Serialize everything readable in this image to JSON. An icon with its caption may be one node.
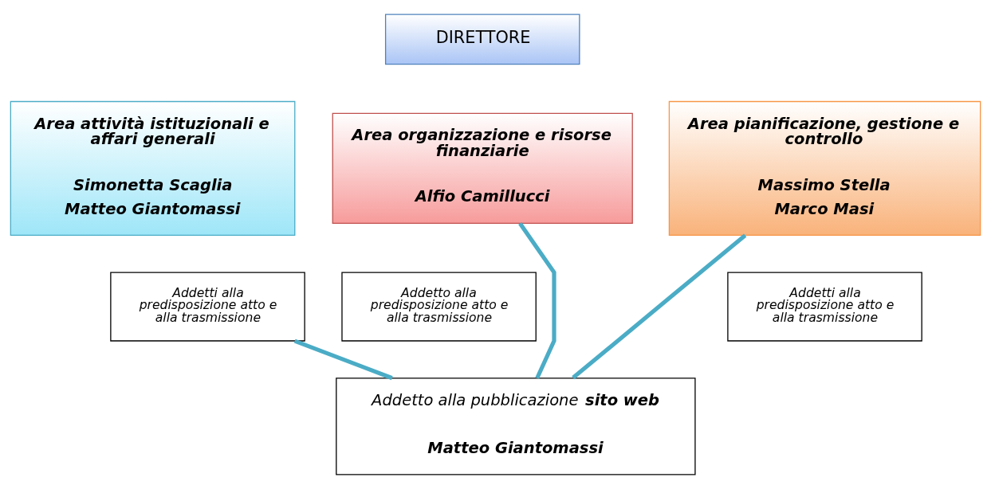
{
  "diagram": {
    "nodes": [
      {
        "text": [
          "DIRETTORE"
        ]
      },
      {
        "text": [
          "Area attività istituzionali e affari generali",
          "Simonetta Scaglia",
          "Matteo Giantomassi"
        ]
      },
      {
        "text": [
          "Area organizzazione e risorse finanziarie",
          "Alfio Camillucci"
        ]
      },
      {
        "text": [
          "Area pianificazione, gestione e controllo",
          "Massimo Stella",
          "Marco Masi"
        ]
      },
      {
        "text": [
          "Addetti alla predisposizione atto e alla trasmissione"
        ]
      },
      {
        "text": [
          "Addetto alla predisposizione atto e alla trasmissione"
        ]
      },
      {
        "text": [
          "Addetti alla predisposizione atto e alla trasmissione"
        ]
      },
      {
        "text": [
          "Addetto alla pubblicazione **sito web**",
          "Matteo Giantomassi"
        ]
      }
    ],
    "edges": [
      {
        "from": 4,
        "to": 7,
        "arrow": "none"
      },
      {
        "from": 2,
        "to": 7,
        "arrow": "none"
      },
      {
        "from": 3,
        "to": 7,
        "arrow": "none"
      }
    ]
  }
}
